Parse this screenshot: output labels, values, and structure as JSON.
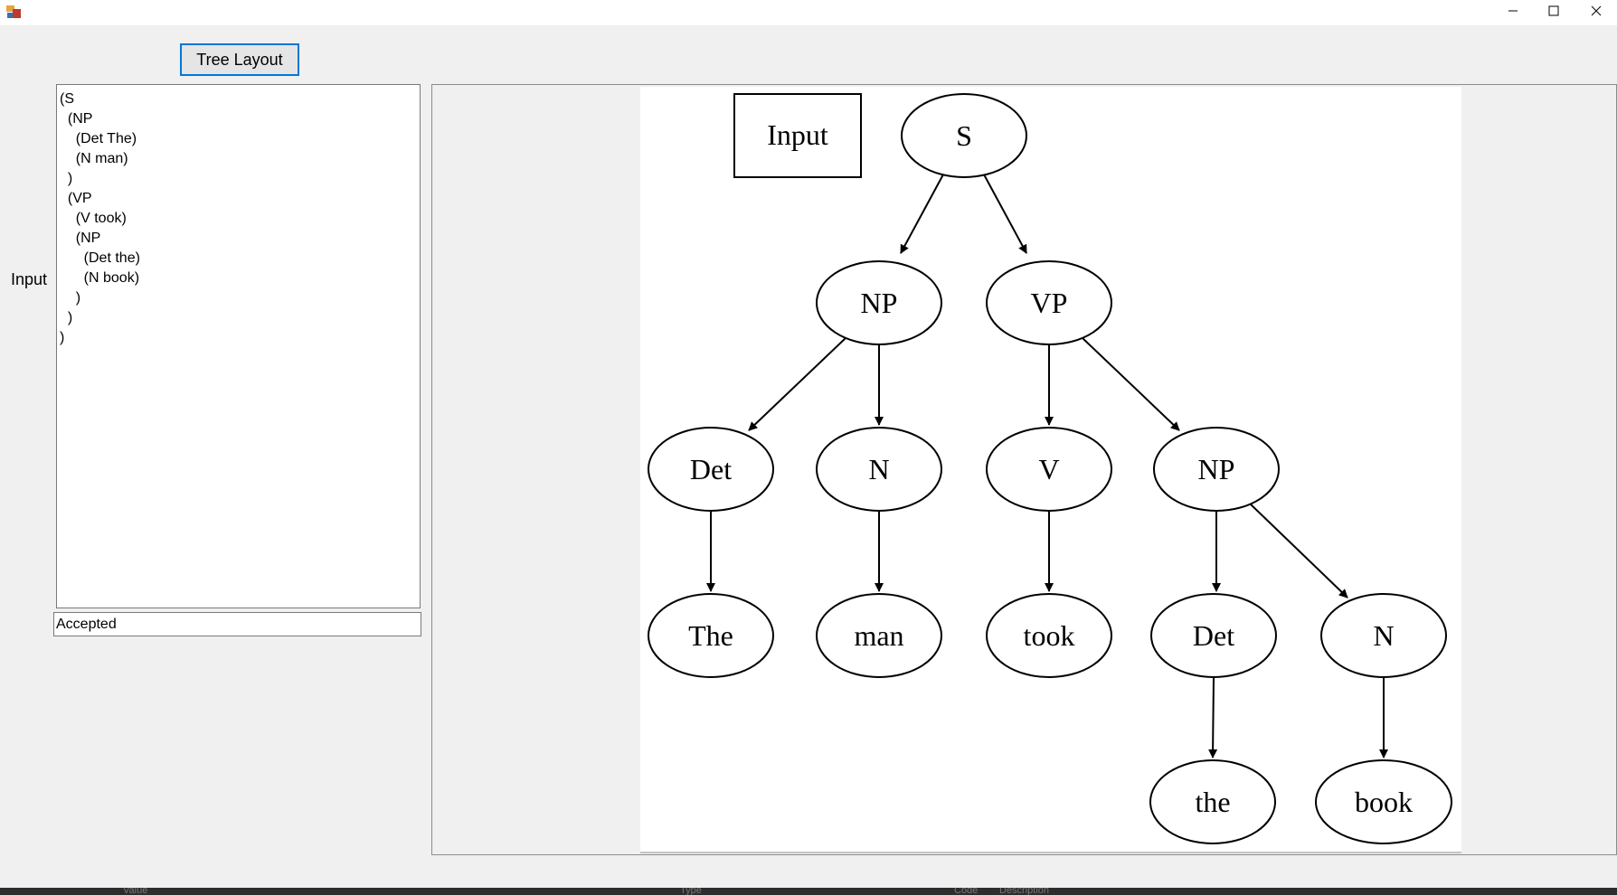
{
  "toolbar": {
    "tree_layout_label": "Tree Layout"
  },
  "input_panel": {
    "label": "Input",
    "text": "(S\n  (NP\n    (Det The)\n    (N man)\n  )\n  (VP\n    (V took)\n    (NP\n      (Det the)\n      (N book)\n    )\n  )\n)",
    "status": "Accepted"
  },
  "graph": {
    "legend_box": "Input",
    "nodes": {
      "s": "S",
      "np1": "NP",
      "vp": "VP",
      "det1": "Det",
      "n1": "N",
      "v": "V",
      "np2": "NP",
      "the1": "The",
      "man": "man",
      "took": "took",
      "det2": "Det",
      "n2": "N",
      "the2": "the",
      "book": "book"
    }
  },
  "bottom_strip": {
    "col1": "Value",
    "col2": "Type",
    "col3": "Code",
    "col4": "Description"
  },
  "icons": [
    "app-icon",
    "minimize-icon",
    "maximize-icon",
    "close-icon"
  ]
}
